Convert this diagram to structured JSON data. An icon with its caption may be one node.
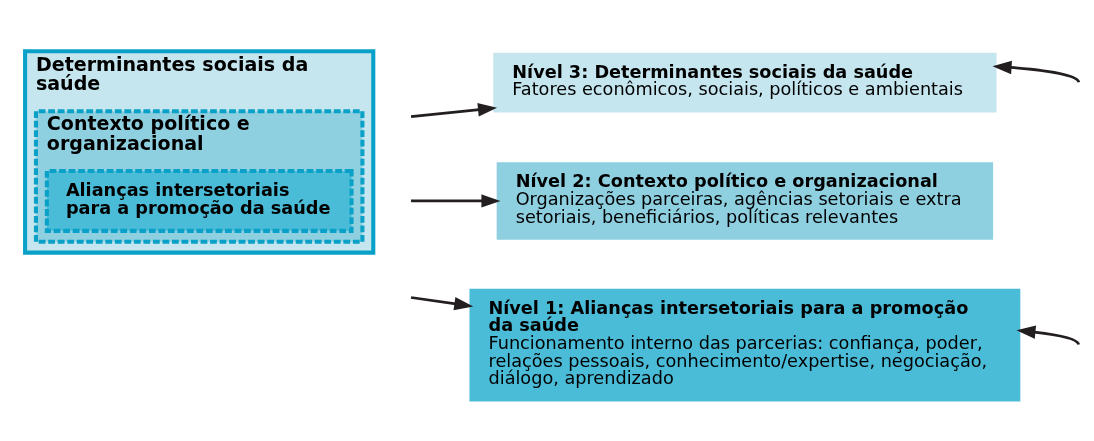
{
  "diagram": {
    "nodes": [
      {
        "text": [
          "Determinantes sociais da saúde"
        ]
      },
      {
        "text": [
          "Contexto político e organizacional"
        ],
        "in": 0
      },
      {
        "text": [
          "Alianças intersetoriais para a promoção da saúde"
        ],
        "in": 1
      },
      {
        "text": [
          "Nível 3: Determinantes sociais da saúde",
          "Fatores econômicos, sociais, políticos e ambientais"
        ]
      },
      {
        "text": [
          "Nível 2: Contexto político e organizacional",
          "Organizações parceiras, agências setoriais e extra setoriais, beneficiários, políticas relevantes"
        ]
      },
      {
        "text": [
          "Nível 1: Alianças intersetoriais para a promoção da saúde",
          "Funcionamento interno das parcerias: confiança, poder, relações pessoais, conhecimento/expertise, negociação, diálogo, aprendizado"
        ]
      }
    ],
    "edges": [
      {
        "from": null,
        "to": 3,
        "arrow": "to"
      },
      {
        "from": null,
        "to": 4,
        "arrow": "to"
      },
      {
        "from": null,
        "to": 5,
        "arrow": "to"
      },
      {
        "from": null,
        "to": 3,
        "arrow": "to"
      },
      {
        "from": null,
        "to": 5,
        "arrow": "to"
      }
    ]
  }
}
